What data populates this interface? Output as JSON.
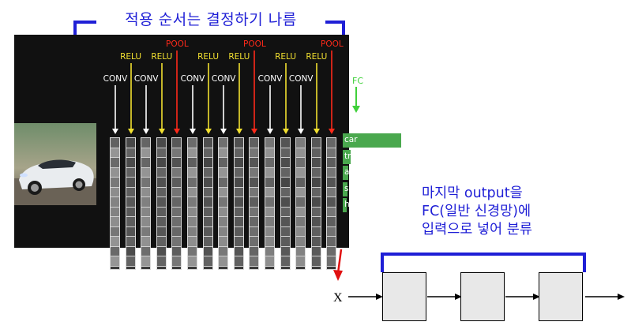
{
  "top_caption": "적용 순서는 결정하기 나름",
  "pipeline": {
    "ops": [
      {
        "type": "conv",
        "label": "CONV"
      },
      {
        "type": "relu",
        "label": "RELU"
      },
      {
        "type": "conv",
        "label": "CONV"
      },
      {
        "type": "relu",
        "label": "RELU"
      },
      {
        "type": "pool",
        "label": "POOL"
      },
      {
        "type": "conv",
        "label": "CONV"
      },
      {
        "type": "relu",
        "label": "RELU"
      },
      {
        "type": "conv",
        "label": "CONV"
      },
      {
        "type": "relu",
        "label": "RELU"
      },
      {
        "type": "pool",
        "label": "POOL"
      },
      {
        "type": "conv",
        "label": "CONV"
      },
      {
        "type": "relu",
        "label": "RELU"
      },
      {
        "type": "conv",
        "label": "CONV"
      },
      {
        "type": "relu",
        "label": "RELU"
      },
      {
        "type": "pool",
        "label": "POOL"
      }
    ],
    "fc_label": "FC",
    "classes": [
      {
        "label": "car",
        "score": 1.0
      },
      {
        "label": "truck",
        "score": 0.13
      },
      {
        "label": "airplane",
        "score": 0.1
      },
      {
        "label": "ship",
        "score": 0.08
      },
      {
        "label": "horse",
        "score": 0.07
      }
    ]
  },
  "note": {
    "line1": "마지막 output을",
    "line2": "FC(일반 신경망)에",
    "line3": "입력으로 넣어 분류"
  },
  "network": {
    "input_label": "X"
  },
  "colors": {
    "caption": "#1f1fd6",
    "conv": "#ffffff",
    "relu": "#f2e030",
    "pool": "#ff2a1a",
    "fc": "#3fd03a",
    "bar": "#4aa84e"
  }
}
